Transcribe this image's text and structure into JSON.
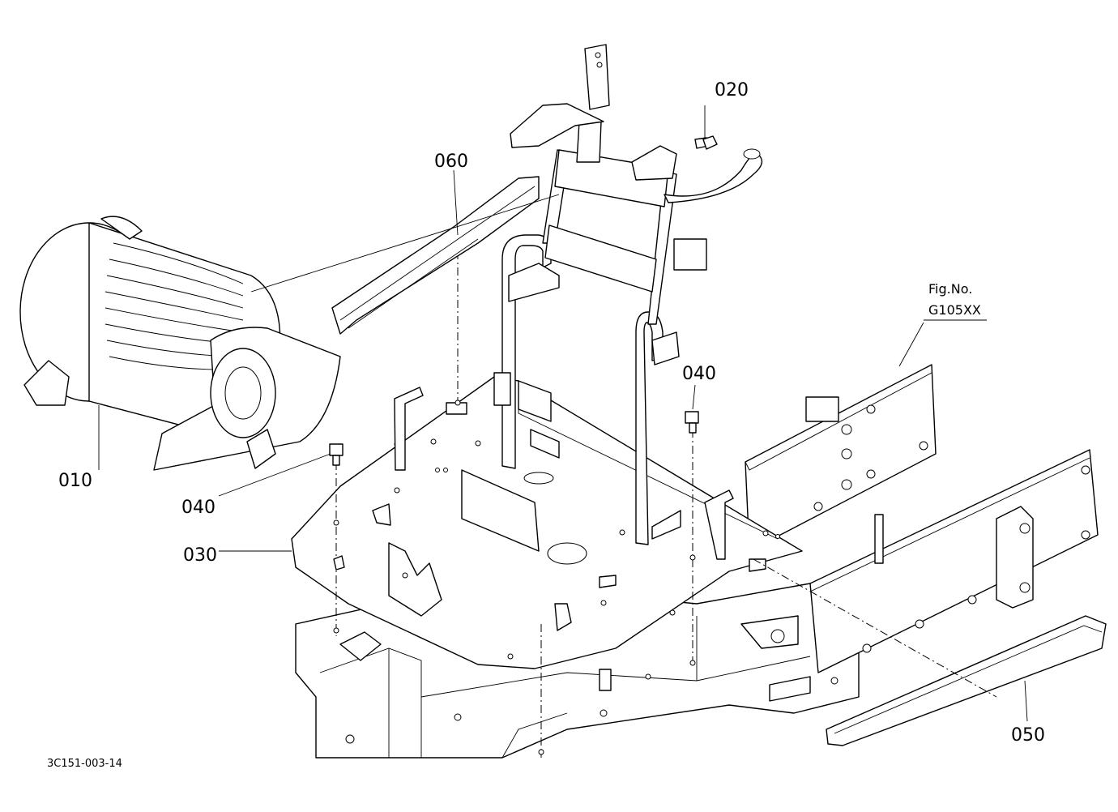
{
  "callouts": {
    "c010": "010",
    "c020": "020",
    "c030": "030",
    "c040a": "040",
    "c040b": "040",
    "c050": "050",
    "c060": "060"
  },
  "figure": {
    "fig_label": "Fig.No.",
    "fig_number": "G105XX"
  },
  "drawing_number": "3C151-003-14",
  "colors": {
    "ink": "#000000",
    "paper": "#ffffff"
  }
}
